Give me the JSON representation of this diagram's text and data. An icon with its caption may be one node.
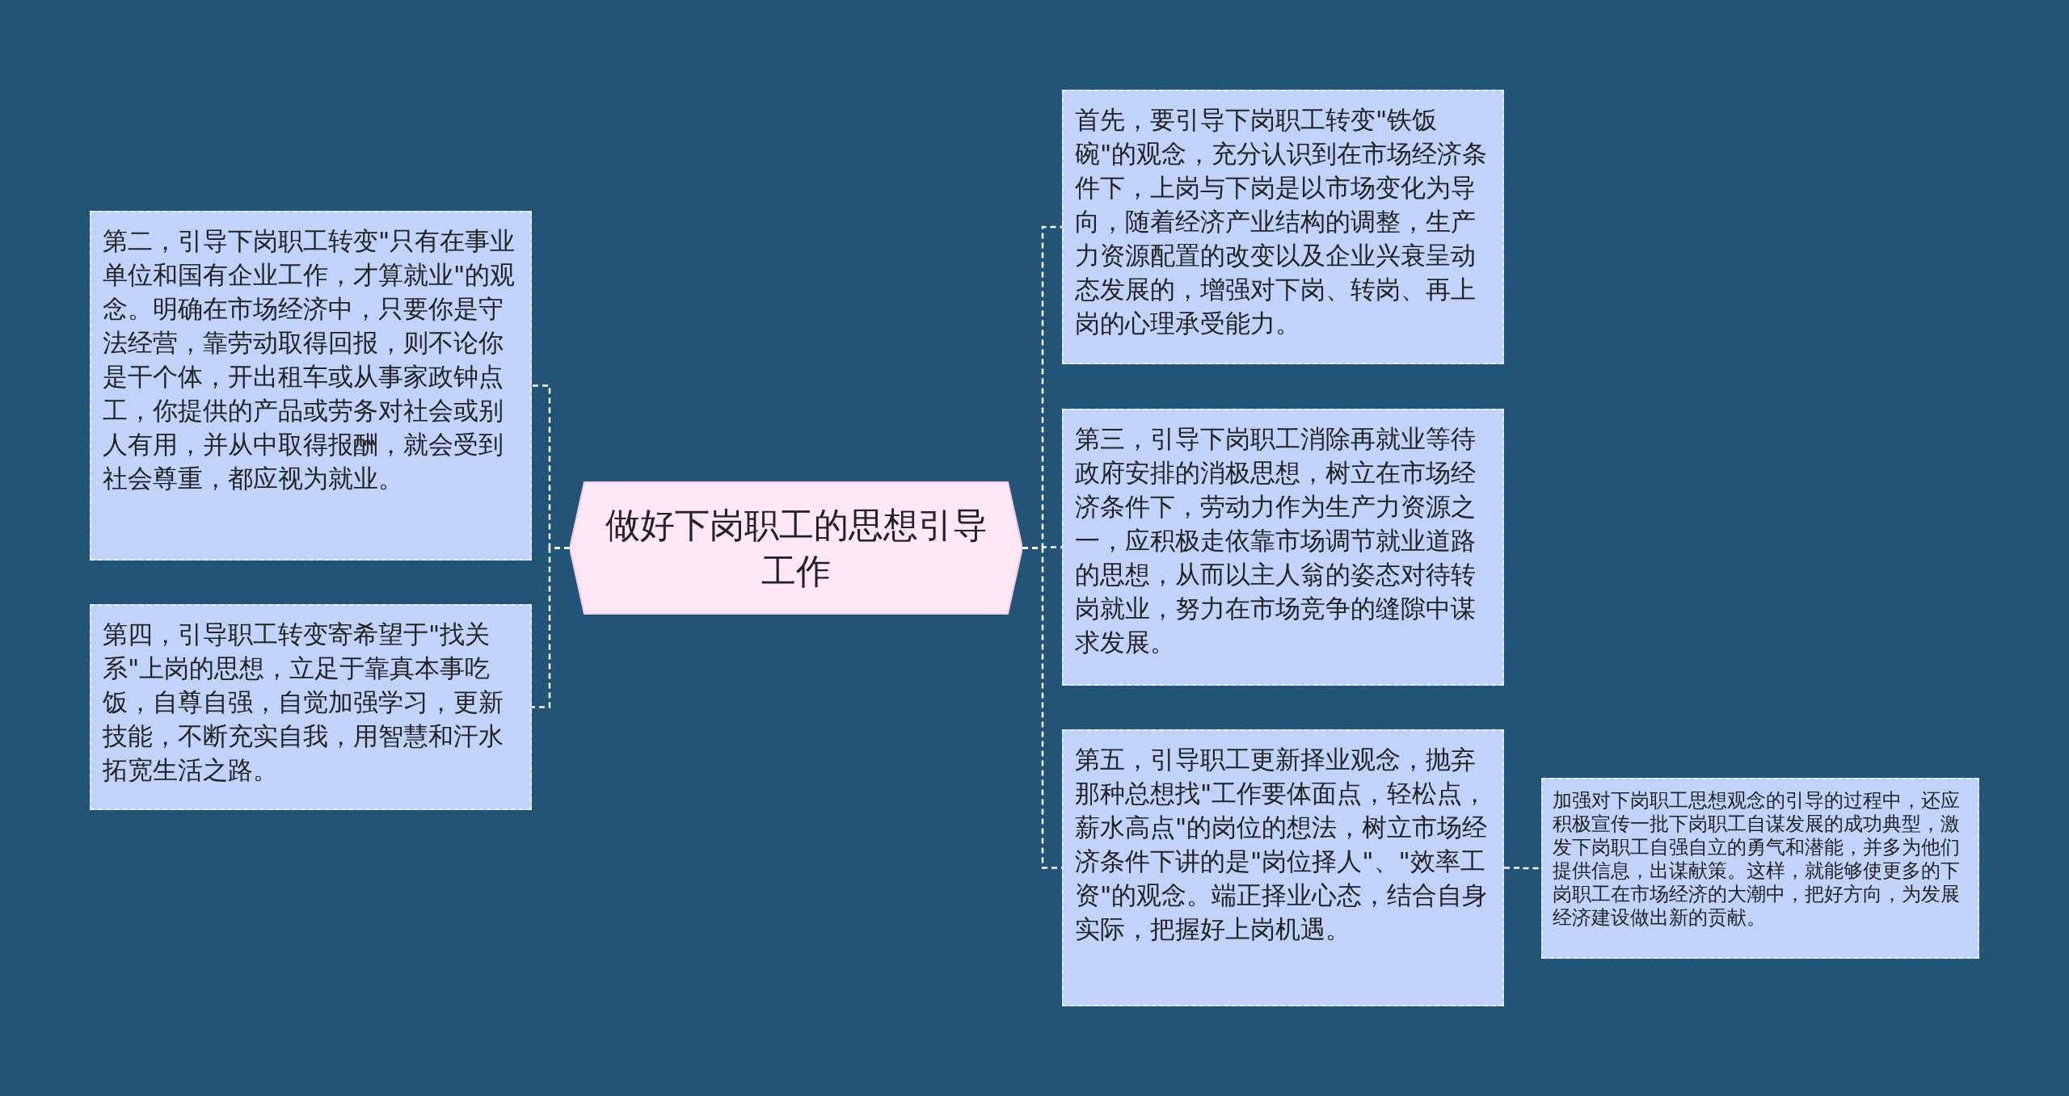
{
  "diagram": {
    "nodes": [
      {
        "text": [
          "做好下岗职工的思想引导工作"
        ]
      },
      {
        "text": [
          "第二，引导下岗职工转变\"只有在事业单位和国有企业工作，才算就业\"的观念。明确在市场经济中，只要你是守法经营，靠劳动取得回报，则不论你是干个体，开出租车或从事家政钟点工，你提供的产品或劳务对社会或别人有用，并从中取得报酬，就会受到社会尊重，都应视为就业。"
        ]
      },
      {
        "text": [
          "第四，引导职工转变寄希望于\"找关系\"上岗的思想，立足于靠真本事吃饭，自尊自强，自觉加强学习，更新技能，不断充实自我，用智慧和汗水拓宽生活之路。"
        ]
      },
      {
        "text": [
          "首先，要引导下岗职工转变\"铁饭碗\"的观念，充分认识到在市场经济条件下，上岗与下岗是以市场变化为导向，随着经济产业结构的调整，生产力资源配置的改变以及企业兴衰呈动态发展的，增强对下岗、转岗、再上岗的心理承受能力。"
        ]
      },
      {
        "text": [
          "第三，引导下岗职工消除再就业等待政府安排的消极思想，树立在市场经济条件下，劳动力作为生产力资源之一，应积极走依靠市场调节就业道路的思想，从而以主人翁的姿态对待转岗就业，努力在市场竞争的缝隙中谋求发展。"
        ]
      },
      {
        "text": [
          "第五，引导职工更新择业观念，抛弃那种总想找\"工作要体面点，轻松点，薪水高点\"的岗位的想法，树立市场经济条件下讲的是\"岗位择人\"、\"效率工资\"的观念。端正择业心态，结合自身实际，把握好上岗机遇。"
        ]
      },
      {
        "text": [
          "加强对下岗职工思想观念的引导的过程中，还应积极宣传一批下岗职工自谋发展的成功典型，激发下岗职工自强自立的勇气和潜能，并多为他们提供信息，出谋献策。这样，就能够使更多的下岗职工在市场经济的大潮中，把好方向，为发展经济建设做出新的贡献。"
        ]
      }
    ],
    "edges": [
      {
        "from": 0,
        "to": 1,
        "arrow": "none"
      },
      {
        "from": 0,
        "to": 2,
        "arrow": "none"
      },
      {
        "from": 0,
        "to": 3,
        "arrow": "none"
      },
      {
        "from": 0,
        "to": 4,
        "arrow": "none"
      },
      {
        "from": 0,
        "to": 5,
        "arrow": "none"
      },
      {
        "from": 5,
        "to": 6,
        "arrow": "none"
      }
    ]
  }
}
